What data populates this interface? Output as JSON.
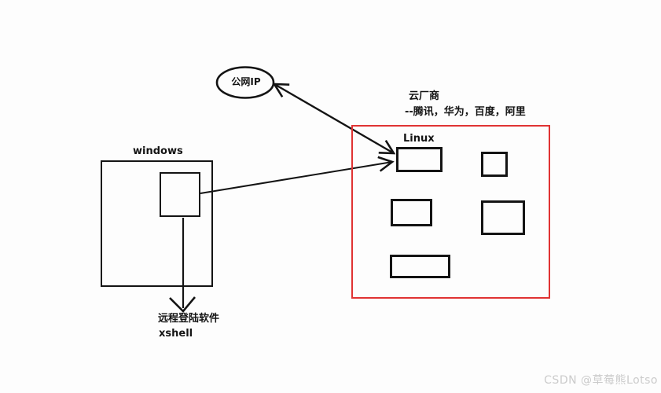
{
  "diagram": {
    "public_ip": {
      "label": "公网IP"
    },
    "windows": {
      "label": "windows"
    },
    "cloud": {
      "title": "云厂商",
      "vendors": "--腾讯，华为，百度，阿里",
      "linux_label": "Linux"
    },
    "remote": {
      "line1": "远程登陆软件",
      "line2": "xshell"
    }
  },
  "watermark": {
    "text": "CSDN @草莓熊Lotso"
  },
  "colors": {
    "stroke": "#141414",
    "cloud_border": "#e03333",
    "watermark_text": "#cbcbcb",
    "background": "#fdfdfd"
  }
}
